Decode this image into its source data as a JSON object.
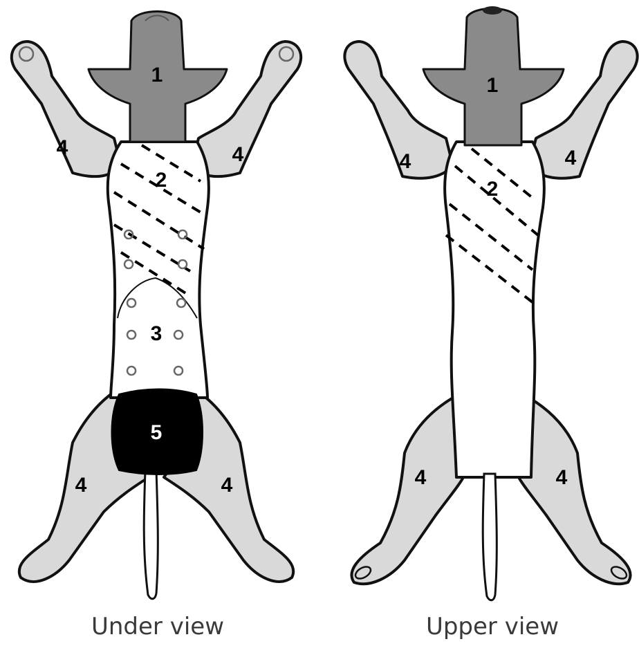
{
  "views": [
    {
      "caption": "Under view",
      "regions": {
        "head": "1",
        "thorax": "2",
        "abdomen": "3",
        "limb_front_left": "4",
        "limb_front_right": "4",
        "limb_hind_left": "4",
        "limb_hind_right": "4",
        "perineum": "5"
      }
    },
    {
      "caption": "Upper view",
      "regions": {
        "head": "1",
        "thorax": "2",
        "limb_front_left": "4",
        "limb_front_right": "4",
        "limb_hind_left": "4",
        "limb_hind_right": "4"
      }
    }
  ],
  "colors": {
    "head": "#8a8a8a",
    "limbs": "#d9d9d9",
    "perineum": "#000000",
    "body": "#ffffff"
  }
}
